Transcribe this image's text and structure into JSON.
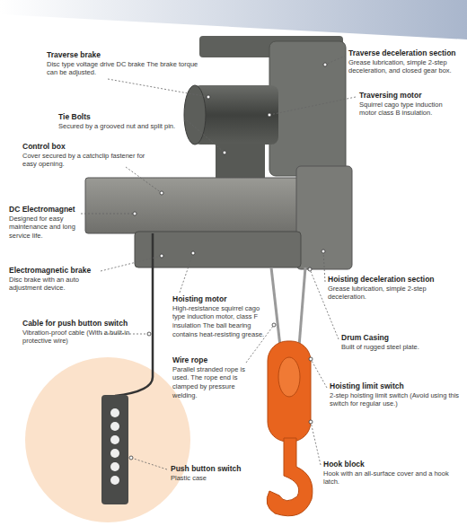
{
  "diagram": {
    "labels": [
      "Traverse brake",
      "Disc type voltage drive DC brake The brake torque can be adjusted.",
      "Traverse deceleration section",
      "Grease lubrication, simple 2-step deceleration, and closed gear box.",
      "Traversing motor",
      "Squirrel cago type induction motor class B insulation.",
      "Tie Bolts",
      "Secured by a grooved nut and split pin.",
      "Control box",
      "Cover secured by a catchclip fastener for easy opening.",
      "DC Electromagnet",
      "Designed for easy maintenance and long service life.",
      "Electromagnetic brake",
      "Disc brake with an auto adjustment device.",
      "Hoisting deceleration section",
      "Grease lubrication, simple 2-step deceleration.",
      "Hoisting motor",
      "High-resistance squirrel cago type induction motor, class F insulation The ball bearing contains heat-resisting grease.",
      "Drum Casing",
      "Built of rugged steel plate.",
      "Cable for push button switch",
      "Vibration-proof cable (With a built-in protective wire)",
      "Wire rope",
      "Parallel stranded rope is used. The rope end is clamped by pressure welding.",
      "Hoisting limit switch",
      "2-step hoisting limit switch (Avoid using this switch for regular use.)",
      "Push button switch",
      "Plastic case",
      "Hook block",
      "Hook with an all-surface cover and a hook latch."
    ]
  }
}
